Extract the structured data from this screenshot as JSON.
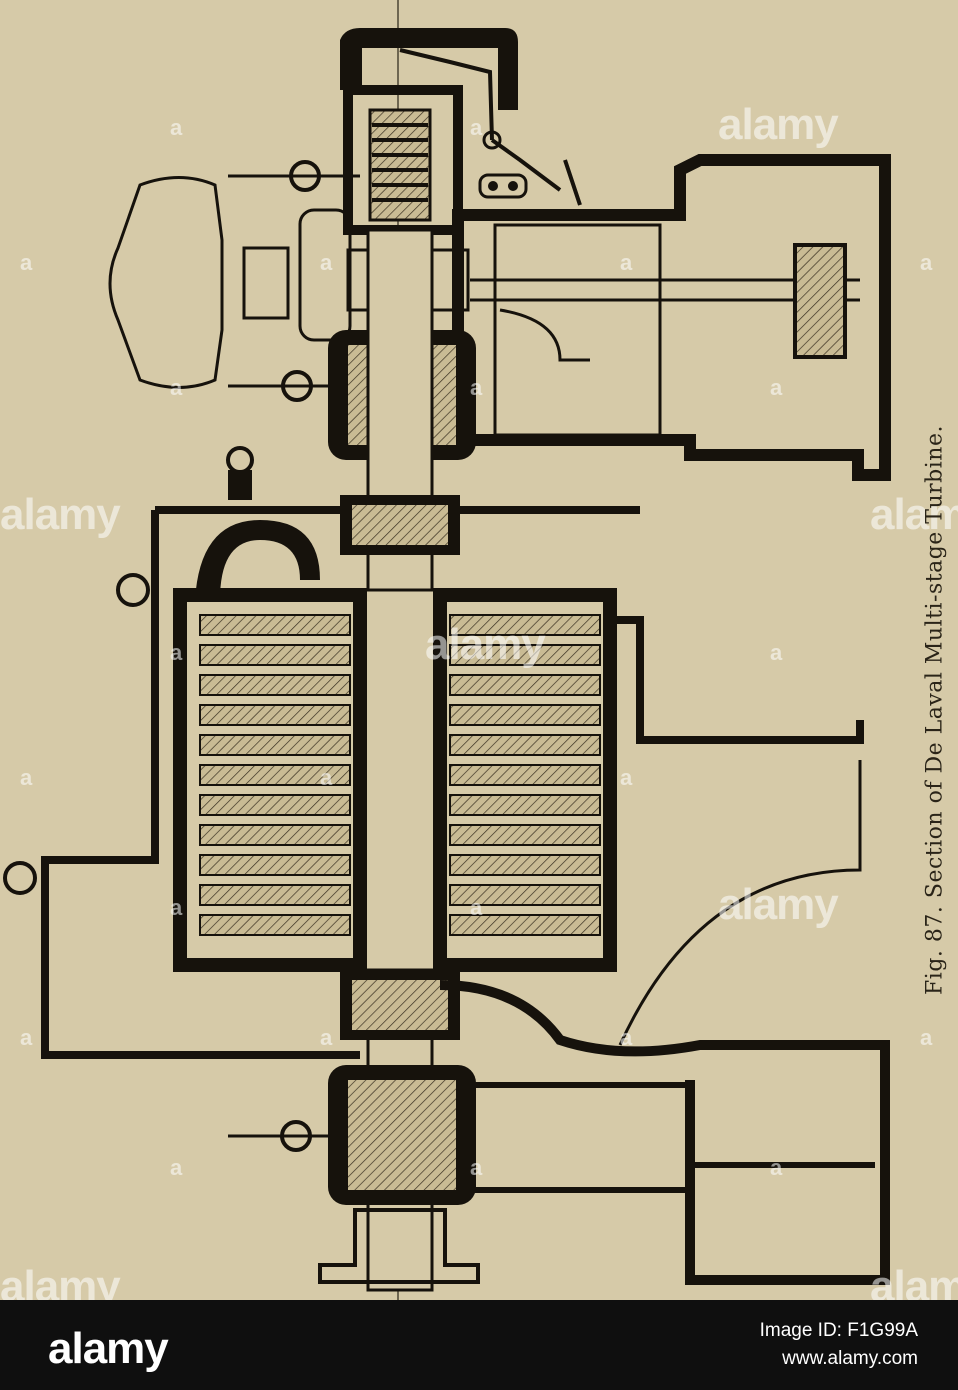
{
  "figure": {
    "caption": "Fig. 87. Section of De Laval Multi-stage Turbine."
  },
  "watermark": {
    "word": "alamy",
    "letter": "a"
  },
  "footer": {
    "logo": "alamy",
    "image_id": "Image ID: F1G99A",
    "site": "www.alamy.com"
  },
  "colors": {
    "paper": "#d6caa8",
    "ink": "#16120c",
    "footer_bg": "#0f0f0f"
  }
}
